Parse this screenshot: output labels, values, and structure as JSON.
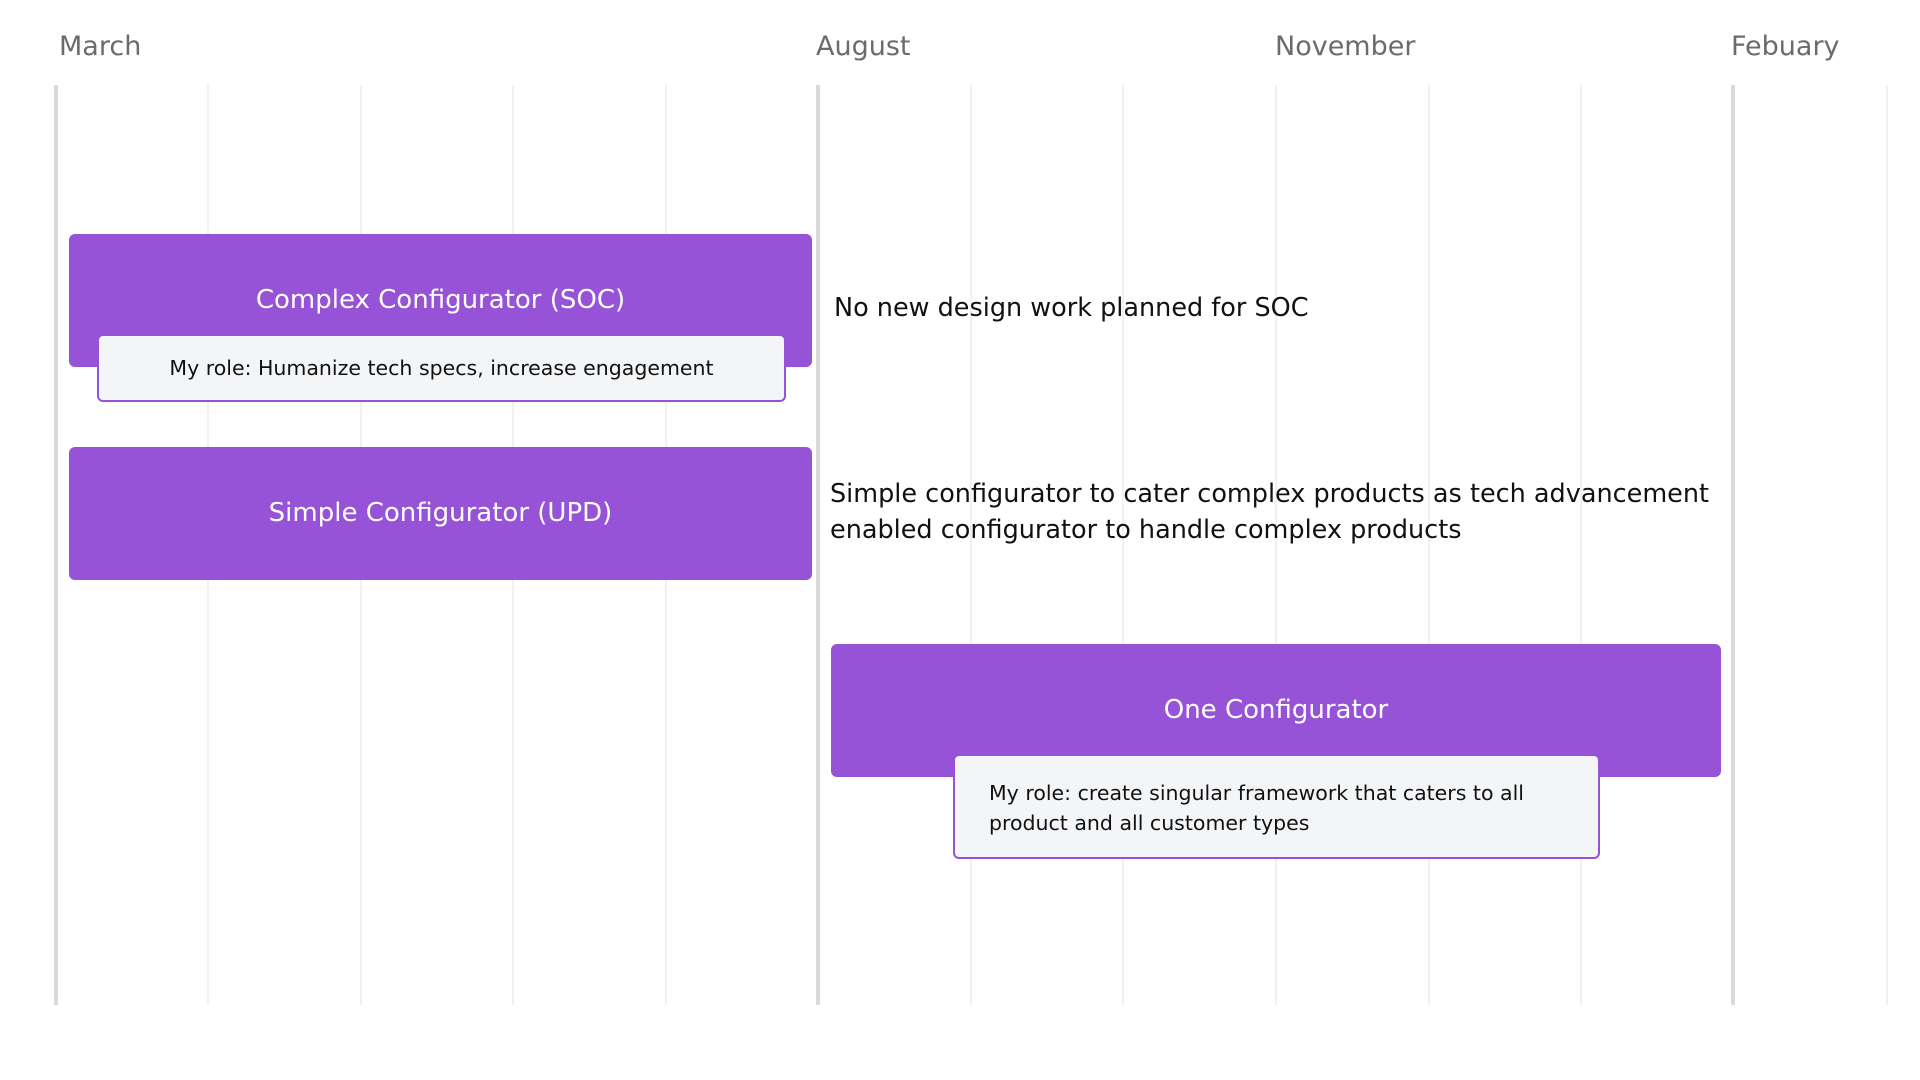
{
  "timeline": {
    "months": [
      "March",
      "August",
      "November",
      "Febuary"
    ]
  },
  "rows": [
    {
      "bar_label": "Complex Configurator (SOC)",
      "role_note": "My role: Humanize tech specs, increase engagement",
      "description": "No new design work planned for SOC"
    },
    {
      "bar_label": "Simple Configurator (UPD)",
      "description_lines": [
        "Simple configurator to cater complex products as tech advancement",
        "enabled configurator to handle complex products"
      ]
    },
    {
      "bar_label": "One Configurator",
      "role_note_lines": [
        "My role: create singular framework that caters to all",
        "product and all customer types"
      ]
    }
  ],
  "colors": {
    "bar": "#9653d8",
    "note_background": "#f4f5f7",
    "note_border": "#9653d8",
    "grid_major": "#dadadd",
    "grid_minor": "#f1f1f3",
    "month_text": "#6b6b6b"
  }
}
